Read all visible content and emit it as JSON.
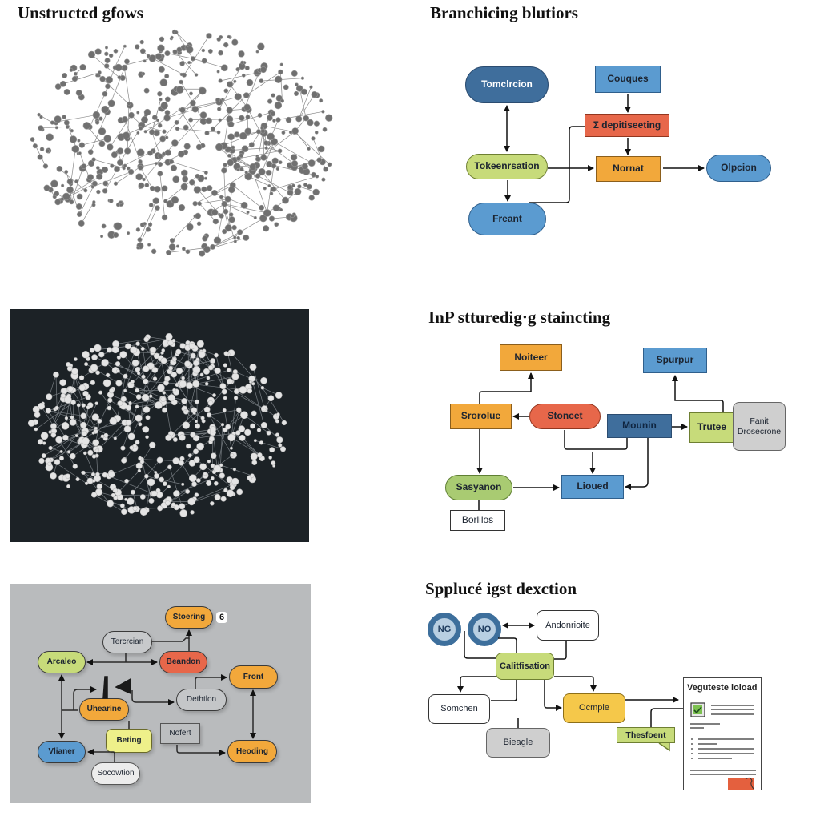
{
  "panels": {
    "top_left": {
      "title": "Unstructed gfows",
      "type": "network-graph",
      "theme": "light"
    },
    "top_right": {
      "title": "Branchicing blutiors",
      "nodes": {
        "tomcircion": "Tomclrcion",
        "couques": "Couques",
        "depitiseeting": "Σ depitiseeting",
        "tokenization": "Tokeenrsation",
        "normat": "Nornat",
        "olpcion": "Olpcion",
        "freant": "Freant"
      }
    },
    "middle_left": {
      "type": "network-graph",
      "theme": "dark"
    },
    "middle_right": {
      "title": "InP stturedig·g staincting",
      "nodes": {
        "noiteer": "Noiteer",
        "spurpur": "Spurpur",
        "srorolue": "Srorolue",
        "stoncet": "Stoncet",
        "mounin": "Mounin",
        "trutee": "Trutee",
        "fanit": "Fanit Drosecrone",
        "sasyanon": "Sasyanon",
        "lioued": "Lioued",
        "borlilos": "Borlilos"
      }
    },
    "bottom_left": {
      "badge": "6",
      "nodes": {
        "stoering": "Stoering",
        "tecrcian": "Tercrcian",
        "arcaleo": "Arcaleo",
        "beandon": "Beandon",
        "front": "Front",
        "uhearine": "Uhearine",
        "dethtlon": "Dethtlon",
        "beting": "Beting",
        "nofert": "Nofert",
        "vlianer": "Vlianer",
        "heoding": "Heoding",
        "socowtion": "Socowtion"
      }
    },
    "bottom_right": {
      "title": "Spplucé igst dexction",
      "nodes": {
        "ng": "NG",
        "no": "NO",
        "andonrioite": "Andonrioite",
        "calitfisation": "Calitfisation",
        "somchen": "Somchen",
        "ocmple": "Ocmple",
        "bieagle": "Bieagle",
        "thesfoent": "Thesfoent"
      },
      "document": {
        "title": "Veguteste loload"
      }
    }
  },
  "colors": {
    "blue_dark": "#3f6e9c",
    "blue": "#5b9bd0",
    "green": "#c7db7a",
    "orange": "#f2a83b",
    "red": "#e7674a",
    "gray": "#cfcfcf",
    "yellow": "#f5c84a",
    "dark_panel": "#1c2226",
    "gray_panel": "#b9bbbd"
  }
}
